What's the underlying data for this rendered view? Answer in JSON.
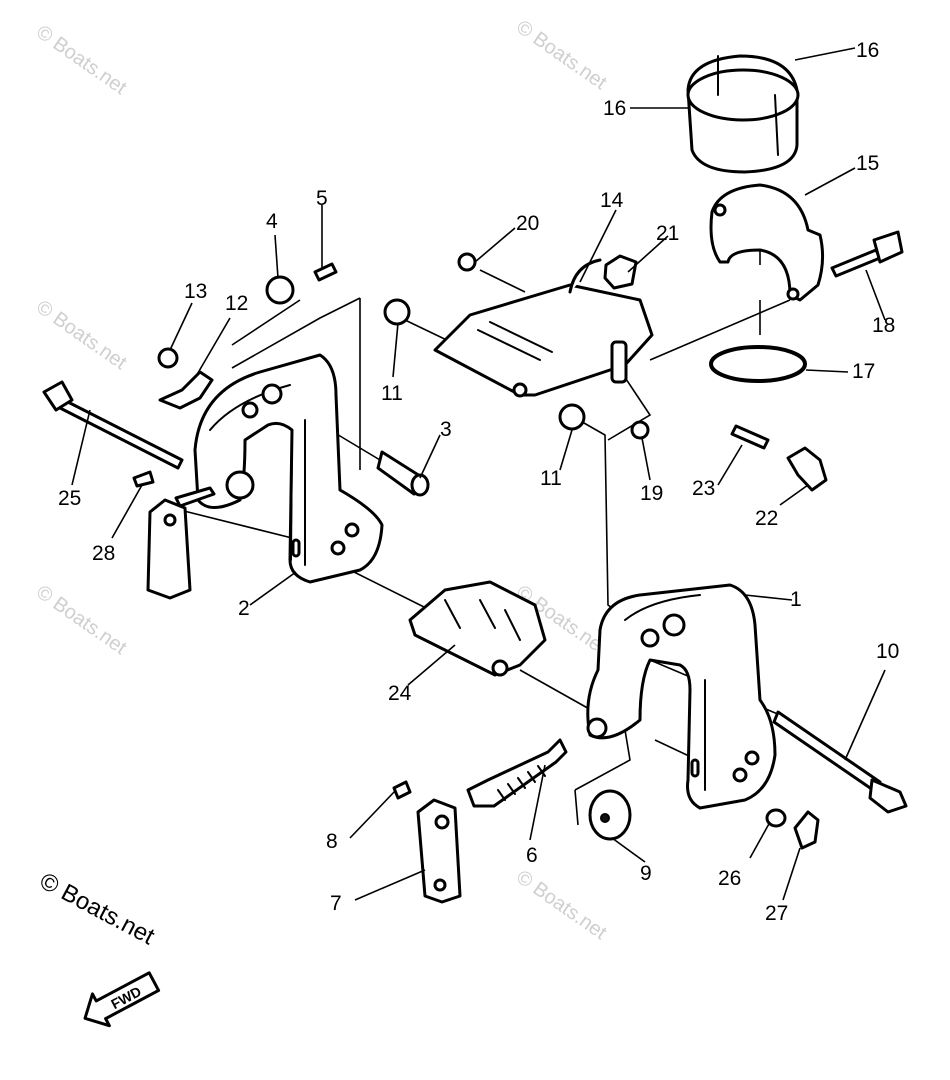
{
  "watermark": "© Boats.net",
  "credit": "© Boats.net",
  "fwd_label": "FWD",
  "callouts": {
    "c1": "1",
    "c2": "2",
    "c3": "3",
    "c4": "4",
    "c5": "5",
    "c6": "6",
    "c7": "7",
    "c8": "8",
    "c9": "9",
    "c10": "10",
    "c11a": "11",
    "c11b": "11",
    "c12": "12",
    "c13": "13",
    "c14": "14",
    "c15": "15",
    "c16a": "16",
    "c16b": "16",
    "c17": "17",
    "c18": "18",
    "c19": "19",
    "c20": "20",
    "c21": "21",
    "c22": "22",
    "c23": "23",
    "c24": "24",
    "c25": "25",
    "c26": "26",
    "c27": "27",
    "c28": "28"
  }
}
